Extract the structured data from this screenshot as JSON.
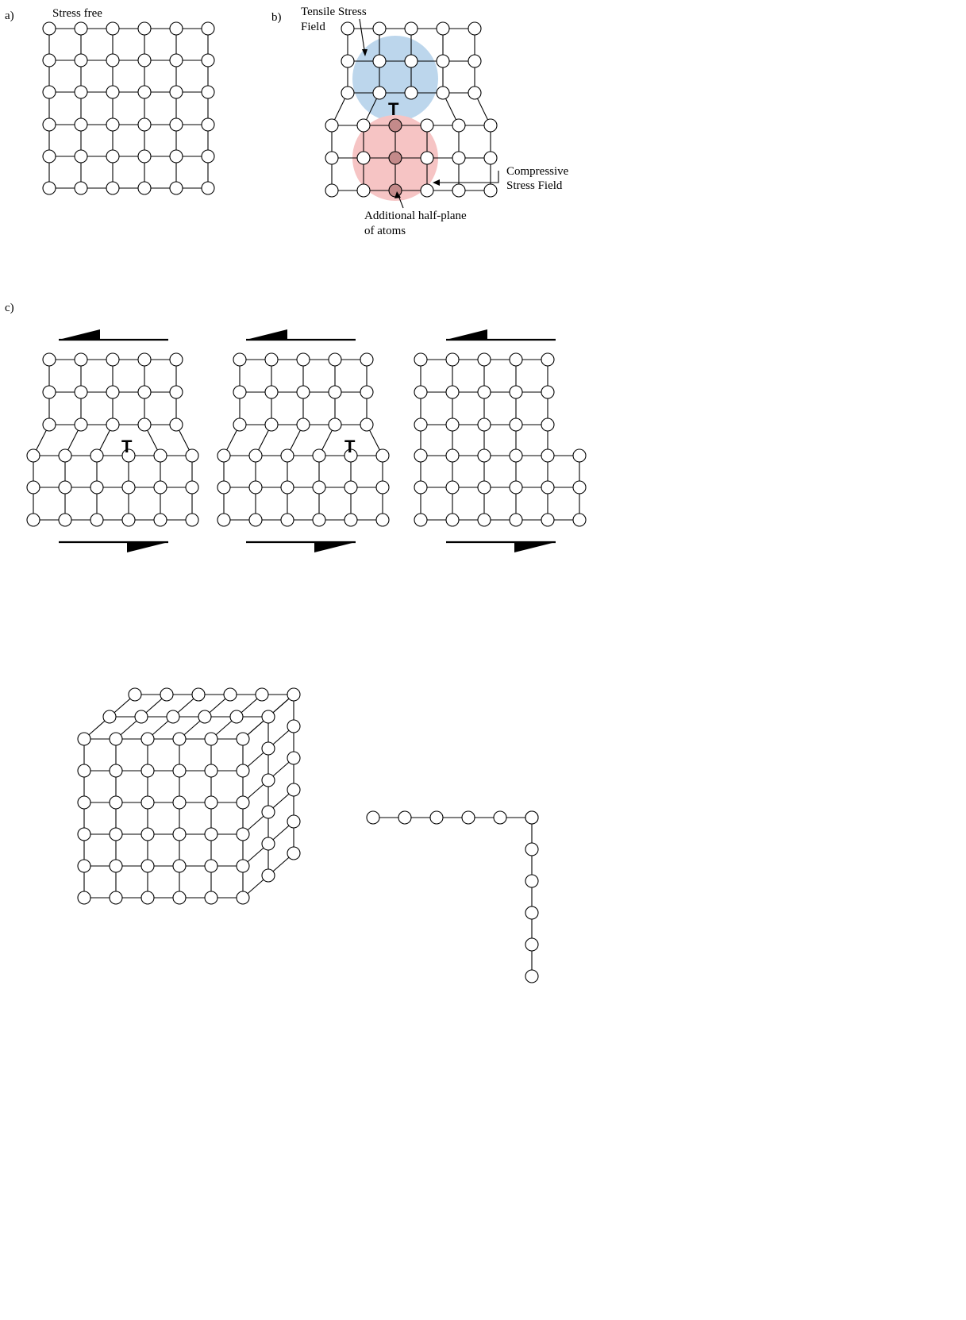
{
  "panels": {
    "a": {
      "letter": "a)",
      "title": "Stress free"
    },
    "b": {
      "letter": "b)",
      "tensile_label": [
        "Tensile Stress",
        "Field"
      ],
      "compressive_label": [
        "Compressive",
        "Stress Field"
      ],
      "halfplane_label": [
        "Additional half-plane",
        "of atoms"
      ],
      "dislocation_symbol": "T"
    },
    "c": {
      "letter": "c)",
      "dislocation_symbol": "T"
    }
  },
  "colors": {
    "tensile_field": "#bcd6ec",
    "compressive_field": "#f6c4c4",
    "halfplane_atom": "#c48a8a",
    "line": "#000000"
  }
}
